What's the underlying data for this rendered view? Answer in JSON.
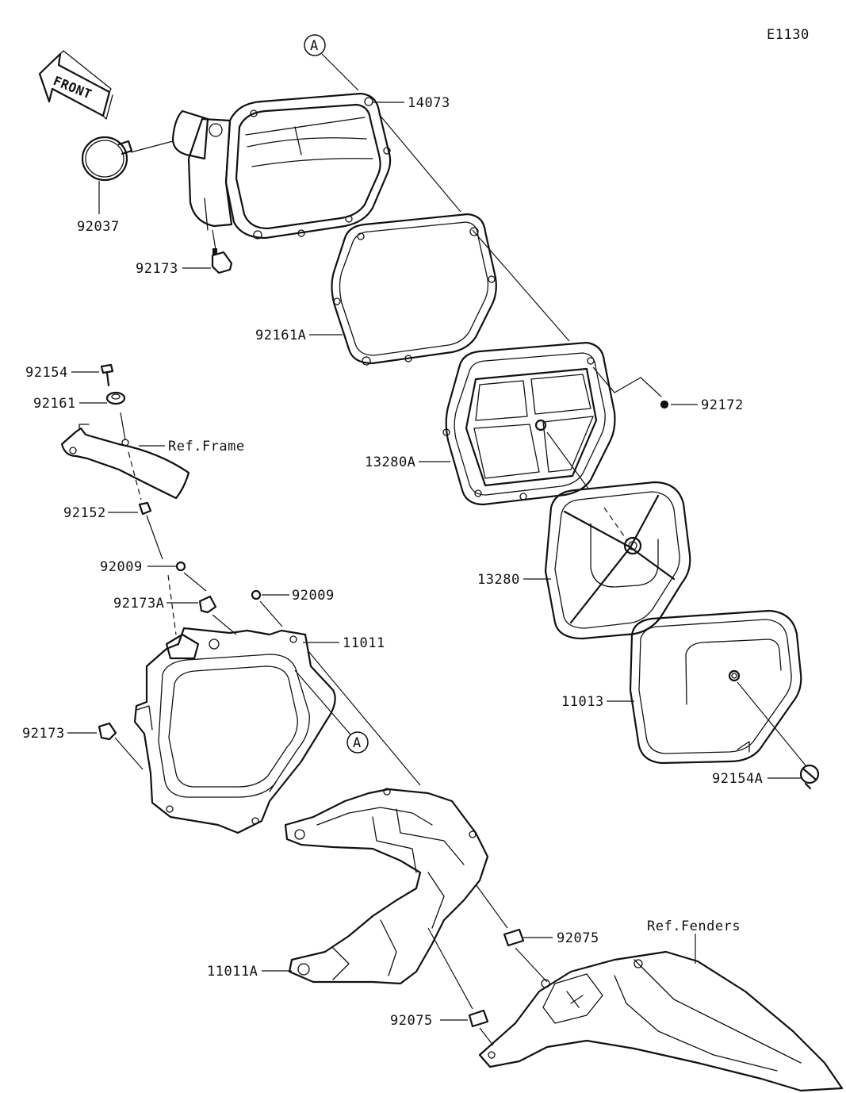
{
  "diagram_code": "E1130",
  "front_label": "FRONT",
  "ref_labels": {
    "A_top": "A",
    "A_mid": "A"
  },
  "parts": [
    {
      "id": "p14073",
      "label": "14073"
    },
    {
      "id": "p92037",
      "label": "92037"
    },
    {
      "id": "p92173_top",
      "label": "92173"
    },
    {
      "id": "p92161A",
      "label": "92161A"
    },
    {
      "id": "p92154",
      "label": "92154"
    },
    {
      "id": "p92161",
      "label": "92161"
    },
    {
      "id": "p92172",
      "label": "92172"
    },
    {
      "id": "p13280A",
      "label": "13280A"
    },
    {
      "id": "p92152",
      "label": "92152"
    },
    {
      "id": "p13280",
      "label": "13280"
    },
    {
      "id": "p92009_left",
      "label": "92009"
    },
    {
      "id": "p92173A",
      "label": "92173A"
    },
    {
      "id": "p92009_right",
      "label": "92009"
    },
    {
      "id": "p11011",
      "label": "11011"
    },
    {
      "id": "p11013",
      "label": "11013"
    },
    {
      "id": "p92173_left",
      "label": "92173"
    },
    {
      "id": "p92154A",
      "label": "92154A"
    },
    {
      "id": "p92075_top",
      "label": "92075"
    },
    {
      "id": "p11011A",
      "label": "11011A"
    },
    {
      "id": "p92075_bottom",
      "label": "92075"
    }
  ],
  "references": {
    "frame": "Ref.Frame",
    "fenders": "Ref.Fenders"
  }
}
